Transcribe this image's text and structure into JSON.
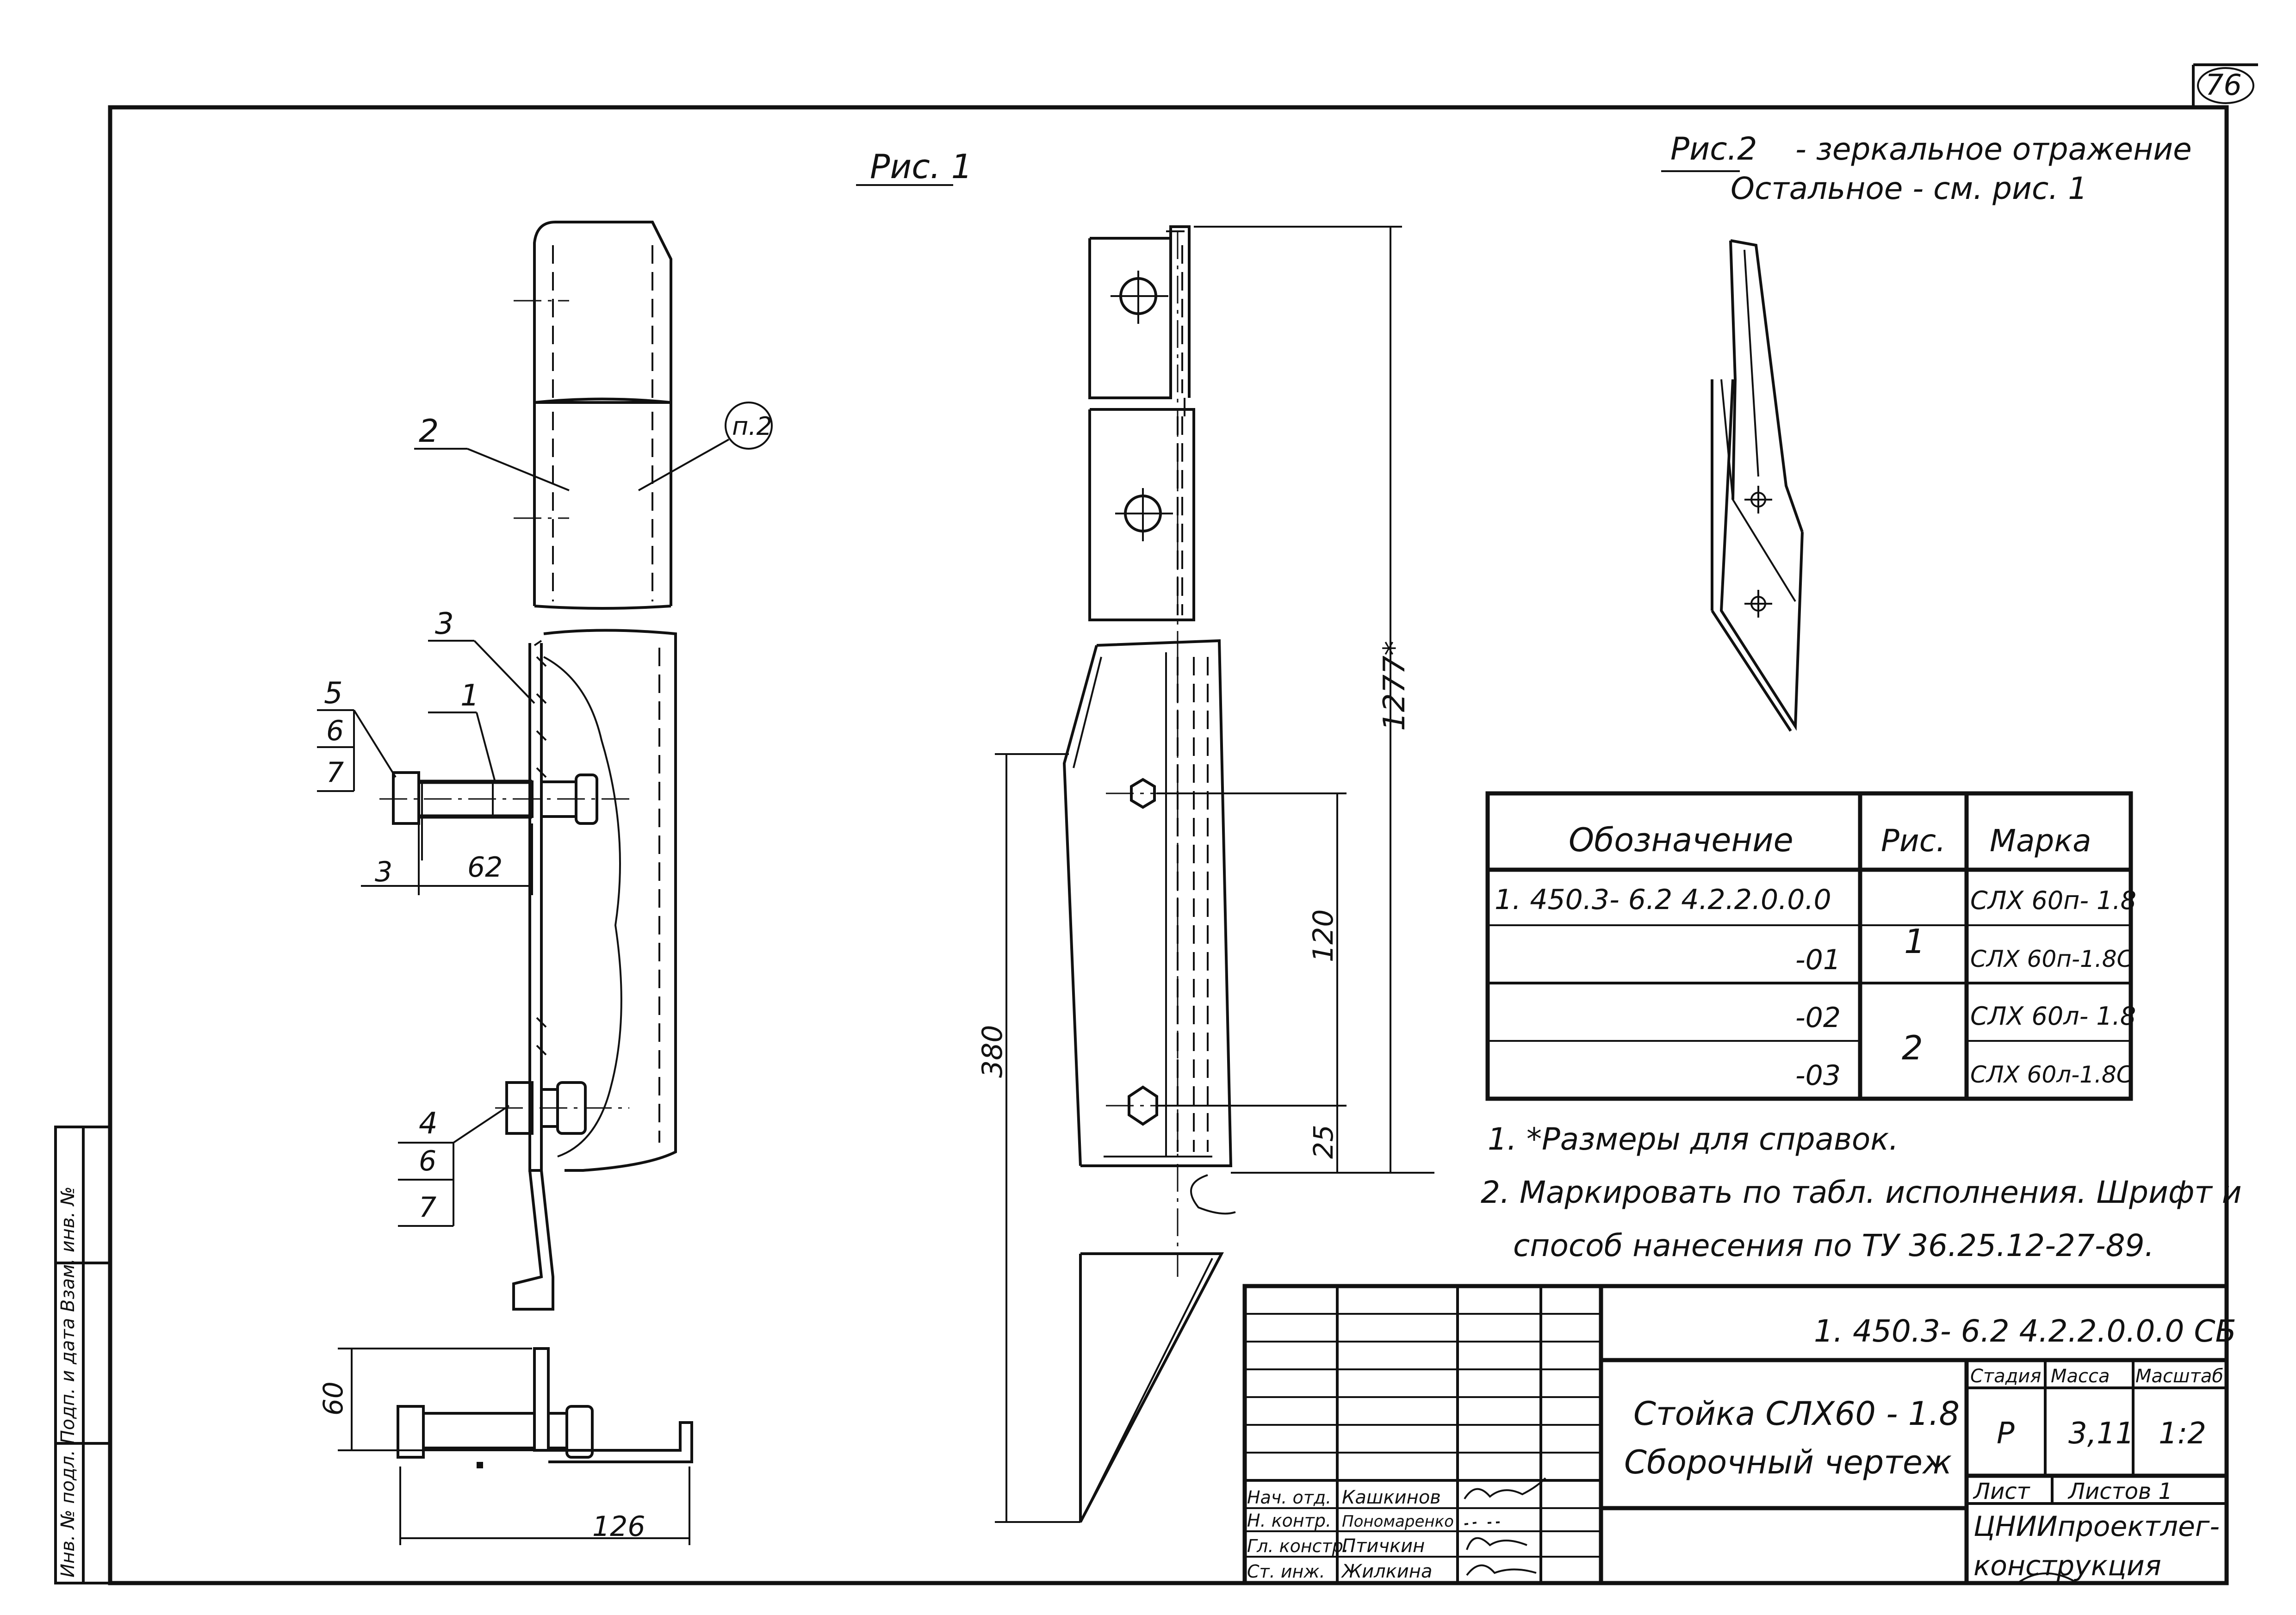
{
  "sheet_number": "76",
  "fig1_label": "Рис. 1",
  "fig2_label": "Рис.2",
  "fig2_note_line1": "- зеркальное отражение",
  "fig2_note_line2": "Остальное - см. рис. 1",
  "callouts": {
    "c2": "2",
    "cp2": "п.2",
    "c3": "3",
    "c1": "1",
    "c5": "5",
    "c6a": "6",
    "c7a": "7",
    "c4": "4",
    "c6b": "6",
    "c7b": "7"
  },
  "dims": {
    "d3": "3",
    "d62": "62",
    "d60": "60",
    "d126": "126",
    "d1277": "1277*",
    "d120": "120",
    "d380": "380",
    "d25": "25"
  },
  "table": {
    "headers": [
      "Обозначение",
      "Рис.",
      "Марка"
    ],
    "rows": [
      {
        "designation": "1. 450.3- 6.2 4.2.2.0.0.0",
        "fig": "1",
        "mark": "СЛХ 60п- 1.8"
      },
      {
        "designation": "-01",
        "fig": "",
        "mark": "СЛХ 60п-1.8С"
      },
      {
        "designation": "-02",
        "fig": "2",
        "mark": "СЛХ 60л- 1.8"
      },
      {
        "designation": "-03",
        "fig": "",
        "mark": "СЛХ 60л-1.8С"
      }
    ]
  },
  "notes": [
    "1. *Размеры для справок.",
    "2. Маркировать по табл. исполнения. Шрифт и",
    "способ нанесения по ТУ 36.25.12-27-89."
  ],
  "title_block": {
    "document_code": "1. 450.3- 6.2 4.2.2.0.0.0 СБ",
    "title_line1": "Стойка СЛХ60 - 1.8",
    "title_line2": "Сборочный чертеж",
    "stage_label": "Стадия",
    "mass_label": "Масса",
    "scale_label": "Масштаб",
    "stage_value": "Р",
    "mass_value": "3,11",
    "scale_value": "1:2",
    "sheet_label": "Лист",
    "sheets_label": "Листов 1",
    "org_line1": "ЦНИИпроектлег-",
    "org_line2": "конструкция",
    "signatures": [
      {
        "role": "Нач. отд.",
        "name": "Кашкинов"
      },
      {
        "role": "Н. контр.",
        "name": "Пономаренко"
      },
      {
        "role": "Гл. констр.",
        "name": "Птичкин"
      },
      {
        "role": "Ст. инж.",
        "name": "Жилкина"
      }
    ]
  },
  "side_stamp": "Инв. № подл.   Подп. и дата   Взам. инв. №"
}
